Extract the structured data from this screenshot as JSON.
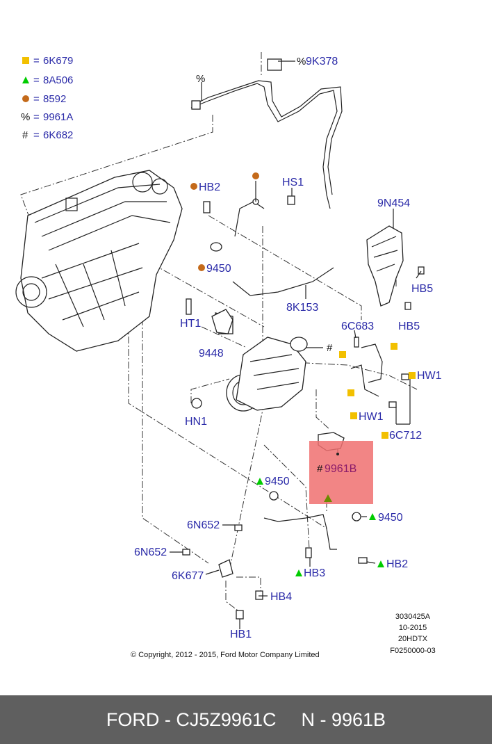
{
  "legend": [
    {
      "symbol": "square",
      "color": "#f2c000",
      "eq": "=",
      "code": "6K679"
    },
    {
      "symbol": "triangle",
      "color": "#00cc00",
      "eq": "=",
      "code": "8A506"
    },
    {
      "symbol": "circle",
      "color": "#c46a1a",
      "eq": "=",
      "code": "8592"
    },
    {
      "symbol": "%",
      "eq": "=",
      "code": "9961A"
    },
    {
      "symbol": "#",
      "eq": "=",
      "code": "6K682"
    }
  ],
  "symbols": {
    "percent": "%",
    "hash": "#"
  },
  "colors": {
    "square": "#f2c000",
    "triangle": "#00cc00",
    "circle": "#c46a1a",
    "label": "#2a2aa8",
    "highlight": "#f07070"
  },
  "labels": {
    "l9K378": "9K378",
    "lHB2a": "HB2",
    "lHS1": "HS1",
    "l9N454": "9N454",
    "l9450a": "9450",
    "lHB5a": "HB5",
    "lHB5b": "HB5",
    "l8K153": "8K153",
    "lHT1": "HT1",
    "l6C683": "6C683",
    "l9448": "9448",
    "lHW1a": "HW1",
    "lHW1b": "HW1",
    "lHN1": "HN1",
    "l6C712": "6C712",
    "l9961B": "9961B",
    "l9450b": "9450",
    "l9450c": "9450",
    "l6N652a": "6N652",
    "l6N652b": "6N652",
    "l6K677": "6K677",
    "lHB3": "HB3",
    "lHB2b": "HB2",
    "lHB4": "HB4",
    "lHB1": "HB1"
  },
  "meta": {
    "line1": "3030425A",
    "line2": "10-2015",
    "line3": "20HDTX",
    "line4": "F0250000-03"
  },
  "copyright": "© Copyright, 2012 - 2015, Ford Motor Company Limited",
  "footer": {
    "left": "FORD - CJ5Z9961C",
    "right": "N - 9961B"
  }
}
